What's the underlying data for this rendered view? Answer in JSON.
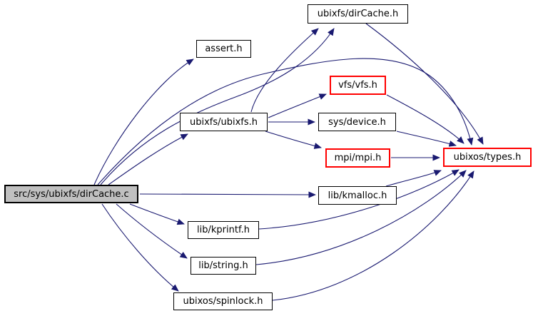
{
  "diagram": {
    "type": "include-dependency-graph",
    "edge_color": "#191970",
    "node_border_color": "#000000",
    "highlight_border_color": "#ff0000",
    "source_fill_color": "#c0c0c0",
    "nodes": [
      {
        "id": "dircache_c",
        "label": "src/sys/ubixfs/dirCache.c",
        "kind": "source"
      },
      {
        "id": "assert_h",
        "label": "assert.h",
        "kind": "header"
      },
      {
        "id": "dircache_h",
        "label": "ubixfs/dirCache.h",
        "kind": "header"
      },
      {
        "id": "ubixfs_h",
        "label": "ubixfs/ubixfs.h",
        "kind": "header"
      },
      {
        "id": "vfs_h",
        "label": "vfs/vfs.h",
        "kind": "header-red"
      },
      {
        "id": "device_h",
        "label": "sys/device.h",
        "kind": "header"
      },
      {
        "id": "mpi_h",
        "label": "mpi/mpi.h",
        "kind": "header-red"
      },
      {
        "id": "types_h",
        "label": "ubixos/types.h",
        "kind": "header-red"
      },
      {
        "id": "kmalloc_h",
        "label": "lib/kmalloc.h",
        "kind": "header"
      },
      {
        "id": "kprintf_h",
        "label": "lib/kprintf.h",
        "kind": "header"
      },
      {
        "id": "string_h",
        "label": "lib/string.h",
        "kind": "header"
      },
      {
        "id": "spinlock_h",
        "label": "ubixos/spinlock.h",
        "kind": "header"
      }
    ],
    "edges": [
      {
        "from": "dircache_c",
        "to": "assert_h"
      },
      {
        "from": "dircache_c",
        "to": "dircache_h"
      },
      {
        "from": "dircache_c",
        "to": "ubixfs_h"
      },
      {
        "from": "dircache_c",
        "to": "types_h"
      },
      {
        "from": "dircache_c",
        "to": "kmalloc_h"
      },
      {
        "from": "dircache_c",
        "to": "kprintf_h"
      },
      {
        "from": "dircache_c",
        "to": "string_h"
      },
      {
        "from": "dircache_c",
        "to": "spinlock_h"
      },
      {
        "from": "ubixfs_h",
        "to": "dircache_h"
      },
      {
        "from": "ubixfs_h",
        "to": "vfs_h"
      },
      {
        "from": "ubixfs_h",
        "to": "device_h"
      },
      {
        "from": "ubixfs_h",
        "to": "mpi_h"
      },
      {
        "from": "dircache_h",
        "to": "types_h"
      },
      {
        "from": "vfs_h",
        "to": "types_h"
      },
      {
        "from": "device_h",
        "to": "types_h"
      },
      {
        "from": "mpi_h",
        "to": "types_h"
      },
      {
        "from": "kmalloc_h",
        "to": "types_h"
      },
      {
        "from": "kprintf_h",
        "to": "types_h"
      },
      {
        "from": "string_h",
        "to": "types_h"
      },
      {
        "from": "spinlock_h",
        "to": "types_h"
      }
    ]
  }
}
